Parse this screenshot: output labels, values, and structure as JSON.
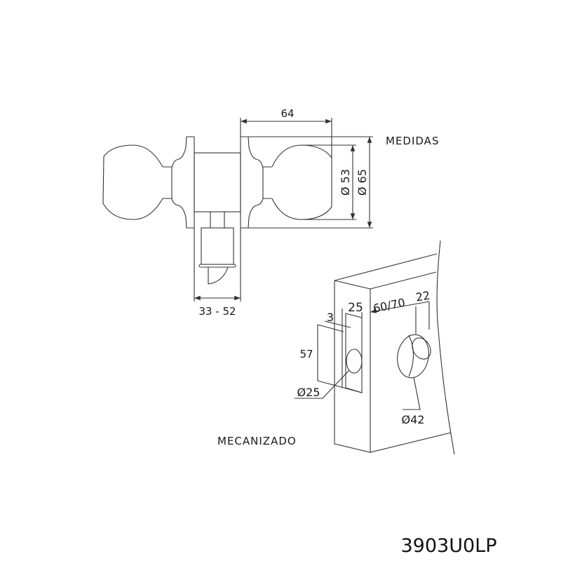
{
  "labels": {
    "medidas": "MEDIDAS",
    "mecanizado": "MECANIZADO",
    "product_code": "3903U0LP"
  },
  "dimensions": {
    "length": "64",
    "knob_diameter": "Ø 53",
    "rosette_diameter": "Ø 65",
    "door_thickness": "33 - 52",
    "faceplate_depth": "3",
    "faceplate_width": "25",
    "faceplate_height": "57",
    "latch_hole": "Ø25",
    "backset": "60/70",
    "offset": "22",
    "bore_hole": "Ø42"
  },
  "colors": {
    "line": "#333333",
    "text": "#1a1a1a"
  }
}
